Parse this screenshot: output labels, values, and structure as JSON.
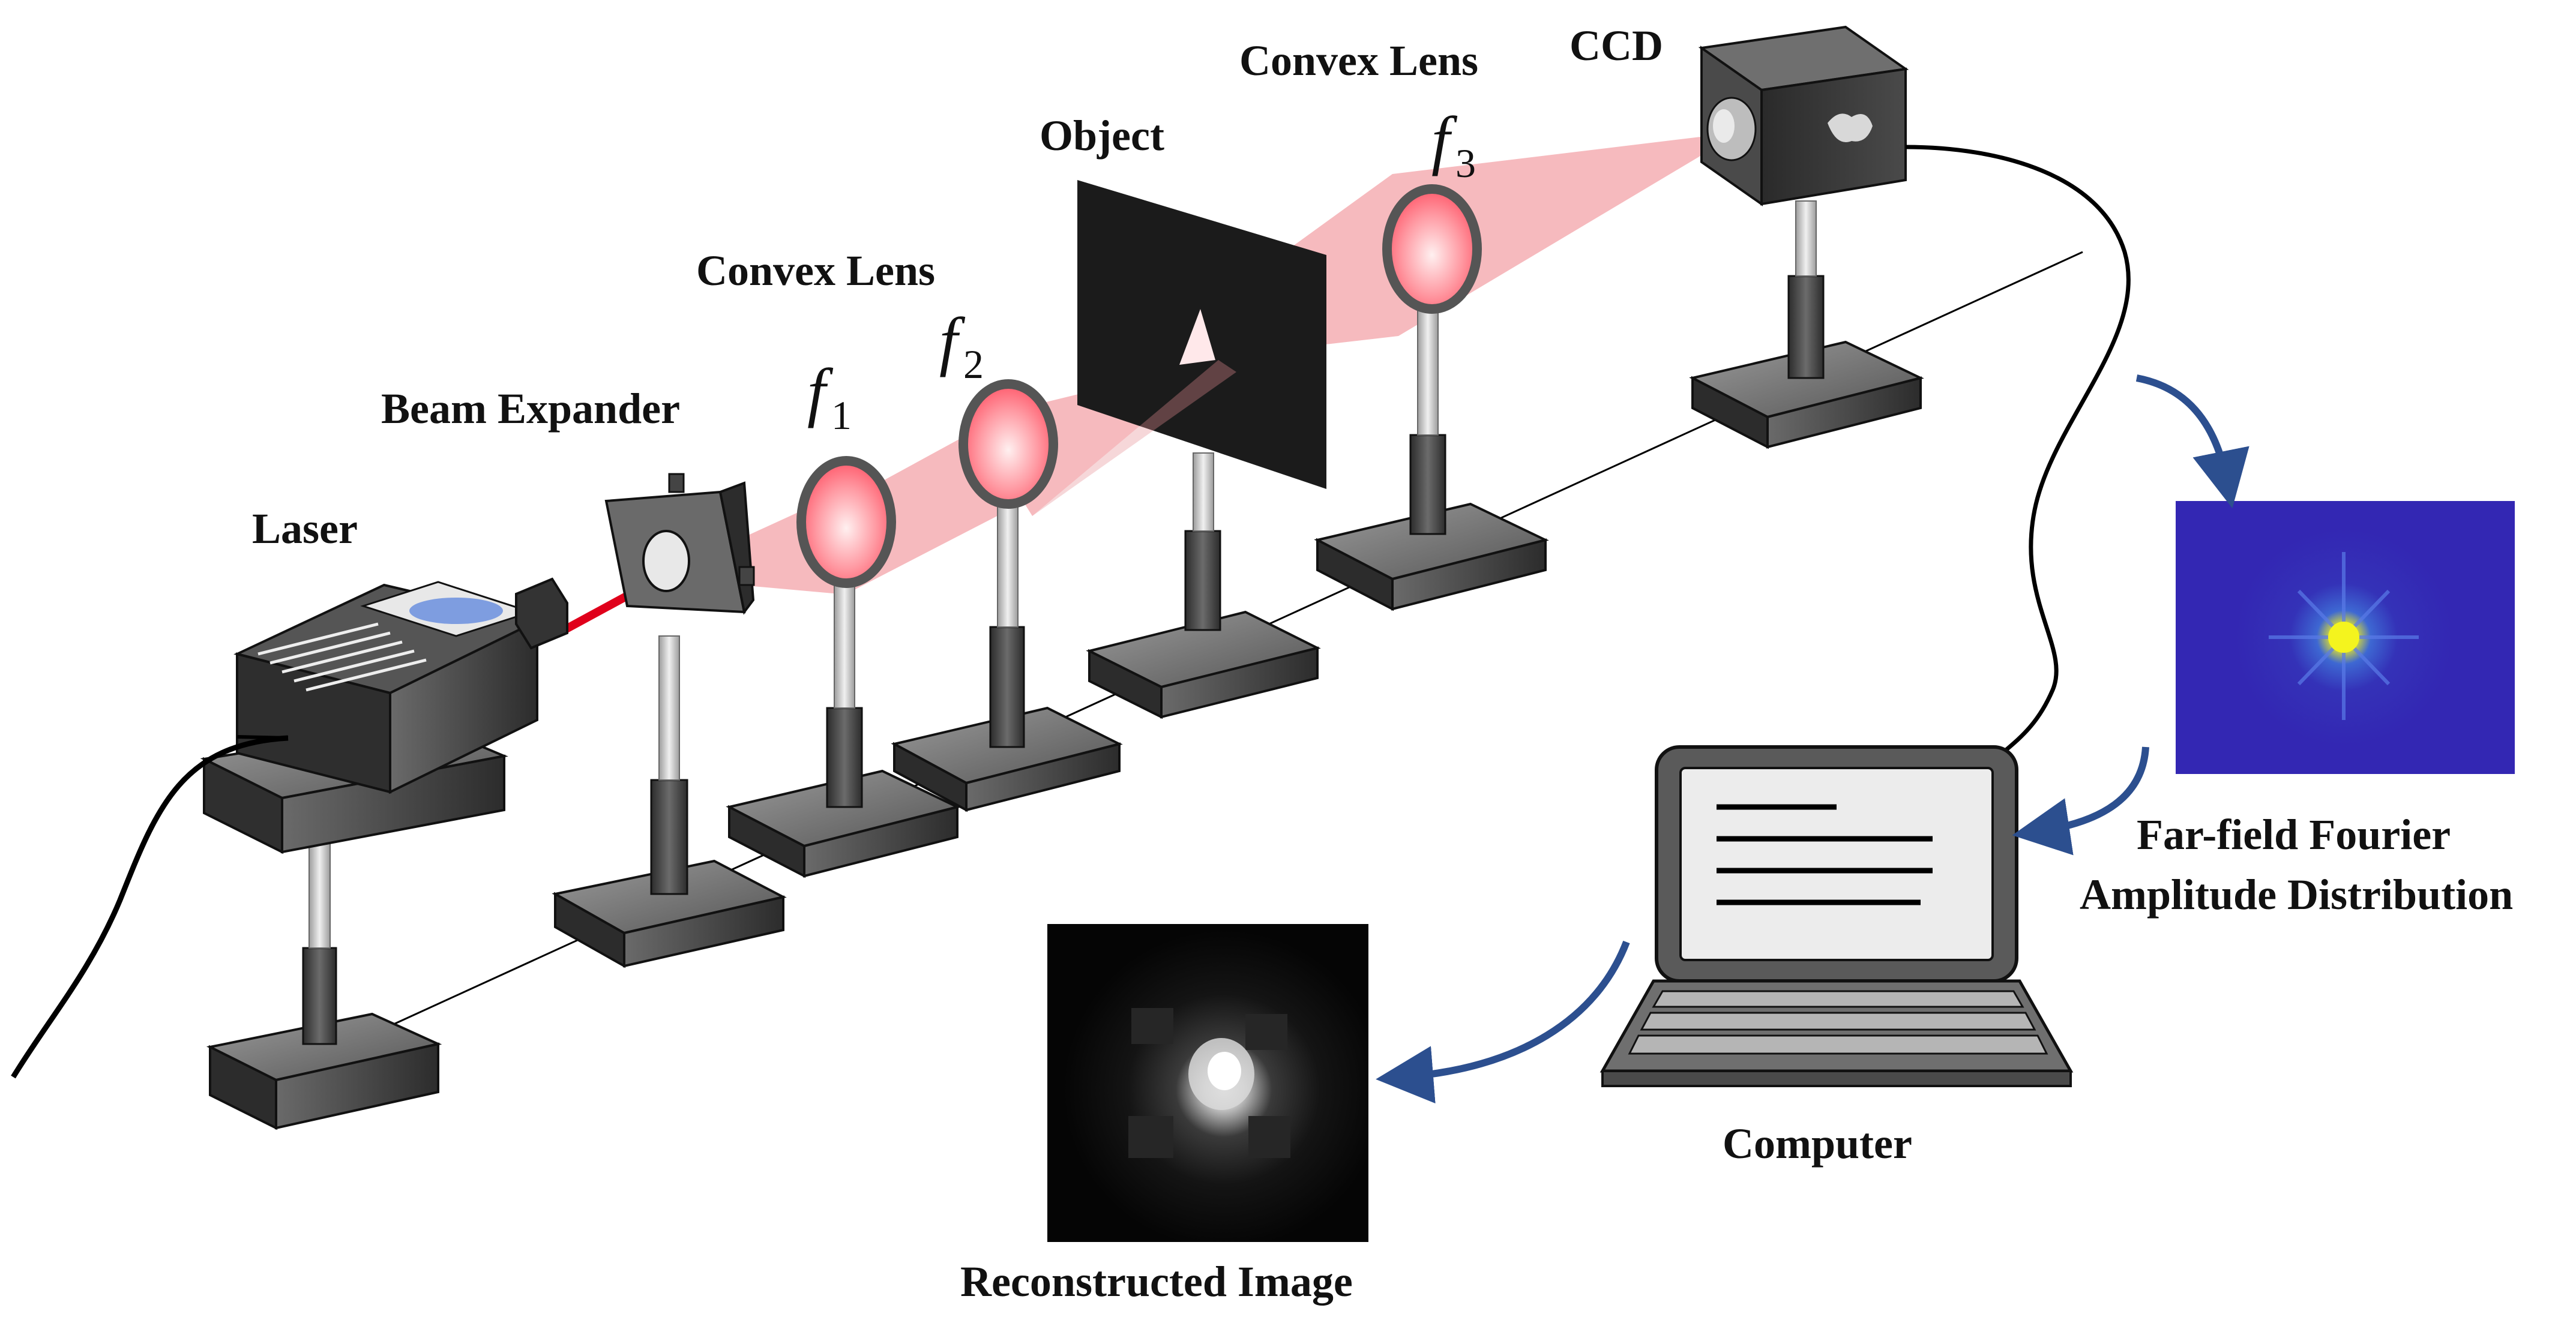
{
  "labels": {
    "laser": "Laser",
    "beam_expander": "Beam Expander",
    "convex_lens_1": "Convex Lens",
    "convex_lens_2": "Convex Lens",
    "object": "Object",
    "ccd": "CCD",
    "computer": "Computer",
    "far_field_line1": "Far-field Fourier",
    "far_field_line2": "Amplitude Distribution",
    "reconstructed": "Reconstructed Image",
    "f1_letter": "f",
    "f1_sub": "1",
    "f2_letter": "f",
    "f2_sub": "2",
    "f3_letter": "f",
    "f3_sub": "3"
  },
  "colors": {
    "beam": "#f3a3a8",
    "laser_line": "#e0001b",
    "lens_fill": "#ff5f6f",
    "arrow": "#2c4f8f",
    "device_dark": "#3c3c3c",
    "fourier_bg": "#3327b3",
    "fourier_spot": "#f4f41e"
  },
  "icons": {
    "laser": "laser-device-icon",
    "expander": "beam-expander-icon",
    "lens": "convex-lens-icon",
    "object": "object-mask-icon",
    "ccd": "ccd-camera-icon",
    "computer": "laptop-icon"
  }
}
